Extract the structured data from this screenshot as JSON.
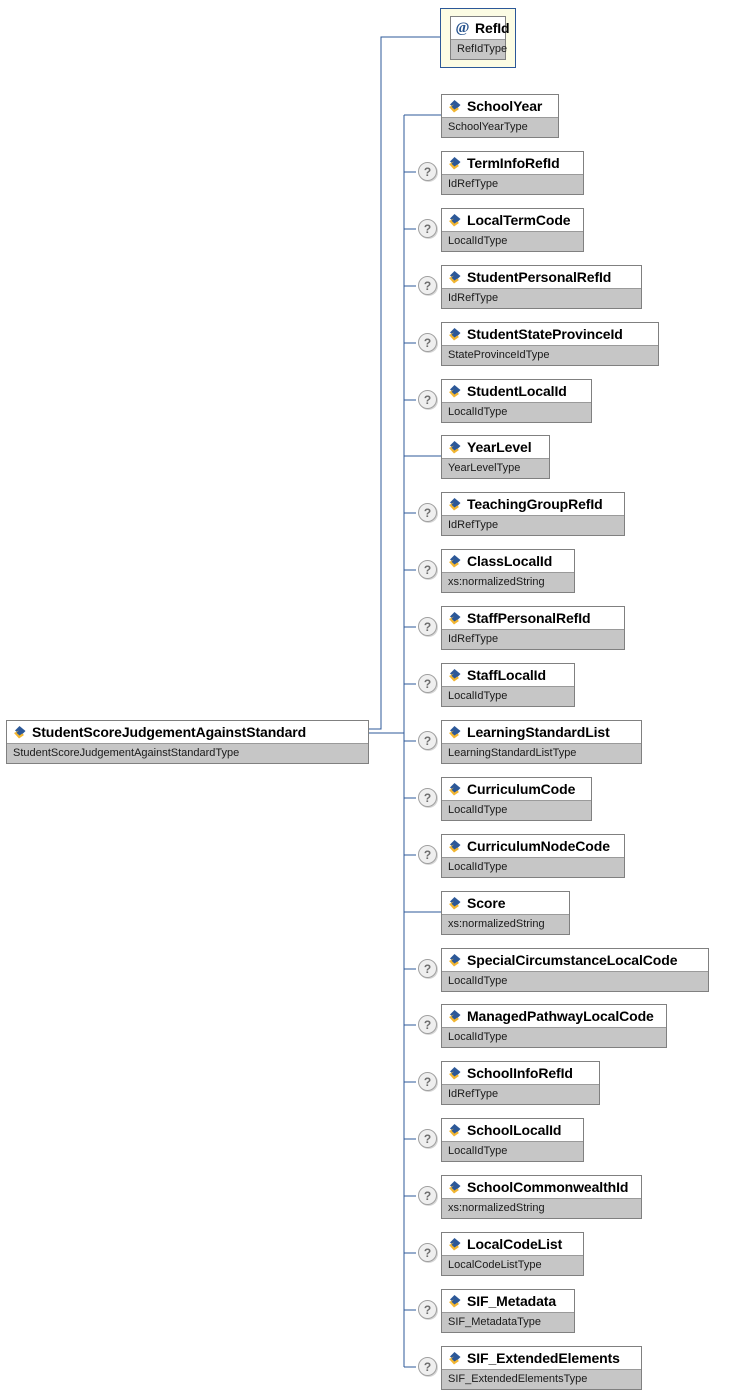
{
  "diagram": {
    "kind": "xml-schema-element-diagram",
    "root": {
      "name": "StudentScoreJudgementAgainstStandard",
      "type": "StudentScoreJudgementAgainstStandardType",
      "icon": "element-icon",
      "occurrence": "required"
    },
    "attributes": [
      {
        "name": "RefId",
        "type": "RefIdType",
        "icon": "attribute-icon",
        "occurrence": "required"
      }
    ],
    "children": [
      {
        "name": "SchoolYear",
        "type": "SchoolYearType",
        "icon": "element-icon",
        "optional": false,
        "badge": ""
      },
      {
        "name": "TermInfoRefId",
        "type": "IdRefType",
        "icon": "element-icon",
        "optional": true,
        "badge": "?"
      },
      {
        "name": "LocalTermCode",
        "type": "LocalIdType",
        "icon": "element-icon",
        "optional": true,
        "badge": "?"
      },
      {
        "name": "StudentPersonalRefId",
        "type": "IdRefType",
        "icon": "element-icon",
        "optional": true,
        "badge": "?"
      },
      {
        "name": "StudentStateProvinceId",
        "type": "StateProvinceIdType",
        "icon": "element-icon",
        "optional": true,
        "badge": "?"
      },
      {
        "name": "StudentLocalId",
        "type": "LocalIdType",
        "icon": "element-icon",
        "optional": true,
        "badge": "?"
      },
      {
        "name": "YearLevel",
        "type": "YearLevelType",
        "icon": "element-icon",
        "optional": false,
        "badge": ""
      },
      {
        "name": "TeachingGroupRefId",
        "type": "IdRefType",
        "icon": "element-icon",
        "optional": true,
        "badge": "?"
      },
      {
        "name": "ClassLocalId",
        "type": "xs:normalizedString",
        "icon": "element-icon",
        "optional": true,
        "badge": "?"
      },
      {
        "name": "StaffPersonalRefId",
        "type": "IdRefType",
        "icon": "element-icon",
        "optional": true,
        "badge": "?"
      },
      {
        "name": "StaffLocalId",
        "type": "LocalIdType",
        "icon": "element-icon",
        "optional": true,
        "badge": "?"
      },
      {
        "name": "LearningStandardList",
        "type": "LearningStandardListType",
        "icon": "element-icon",
        "optional": true,
        "badge": "?"
      },
      {
        "name": "CurriculumCode",
        "type": "LocalIdType",
        "icon": "element-icon",
        "optional": true,
        "badge": "?"
      },
      {
        "name": "CurriculumNodeCode",
        "type": "LocalIdType",
        "icon": "element-icon",
        "optional": true,
        "badge": "?"
      },
      {
        "name": "Score",
        "type": "xs:normalizedString",
        "icon": "element-icon",
        "optional": false,
        "badge": ""
      },
      {
        "name": "SpecialCircumstanceLocalCode",
        "type": "LocalIdType",
        "icon": "element-icon",
        "optional": true,
        "badge": "?"
      },
      {
        "name": "ManagedPathwayLocalCode",
        "type": "LocalIdType",
        "icon": "element-icon",
        "optional": true,
        "badge": "?"
      },
      {
        "name": "SchoolInfoRefId",
        "type": "IdRefType",
        "icon": "element-icon",
        "optional": true,
        "badge": "?"
      },
      {
        "name": "SchoolLocalId",
        "type": "LocalIdType",
        "icon": "element-icon",
        "optional": true,
        "badge": "?"
      },
      {
        "name": "SchoolCommonwealthId",
        "type": "xs:normalizedString",
        "icon": "element-icon",
        "optional": true,
        "badge": "?"
      },
      {
        "name": "LocalCodeList",
        "type": "LocalCodeListType",
        "icon": "element-icon",
        "optional": true,
        "badge": "?"
      },
      {
        "name": "SIF_Metadata",
        "type": "SIF_MetadataType",
        "icon": "element-icon",
        "optional": true,
        "badge": "?"
      },
      {
        "name": "SIF_ExtendedElements",
        "type": "SIF_ExtendedElementsType",
        "icon": "element-icon",
        "optional": true,
        "badge": "?"
      }
    ],
    "colors": {
      "connector": "#2c5898",
      "box_border": "#808080",
      "type_row": "#c6c6c6",
      "attribute_fill": "#fcfce4",
      "attribute_border": "#2c5898",
      "badge_fill": "#efefef",
      "icon_blue": "#2c5898",
      "icon_yellow": "#f2b632"
    }
  }
}
